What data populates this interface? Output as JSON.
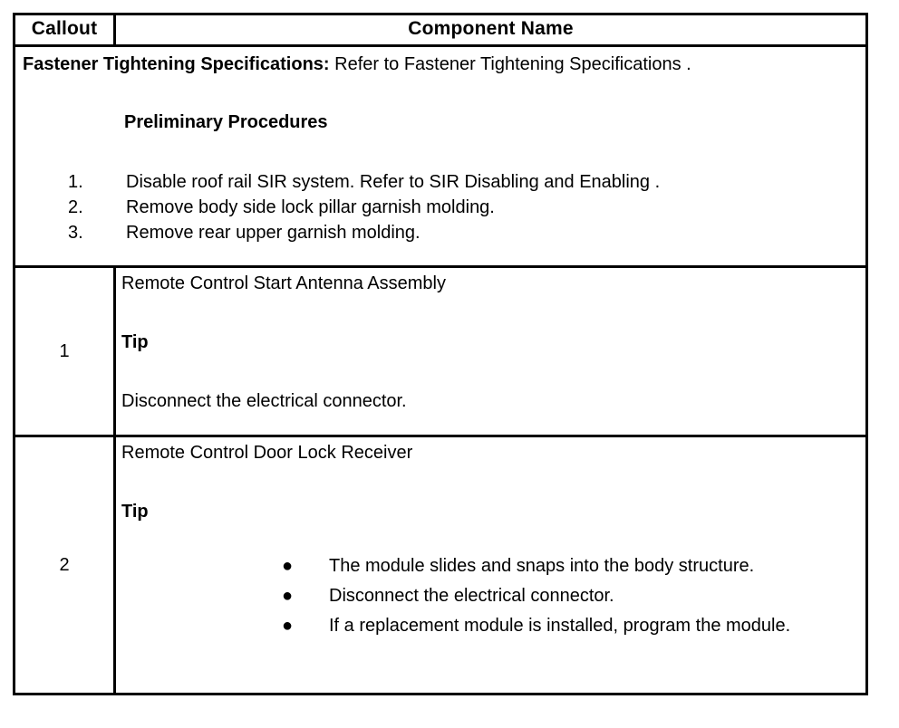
{
  "table": {
    "headers": {
      "callout": "Callout",
      "component_name": "Component Name"
    },
    "preliminary_row": {
      "fastener_label": "Fastener Tightening Specifications:",
      "fastener_text": " Refer to Fastener Tightening Specifications .",
      "procedures_heading": "Preliminary Procedures",
      "procedures": [
        {
          "num": "1.",
          "text": "Disable roof rail SIR system. Refer to SIR Disabling and Enabling ."
        },
        {
          "num": "2.",
          "text": "Remove body side lock pillar garnish molding."
        },
        {
          "num": "3.",
          "text": "Remove rear upper garnish molding."
        }
      ]
    },
    "rows": [
      {
        "callout": "1",
        "title": "Remote Control Start Antenna Assembly",
        "tip_label": "Tip",
        "tip_text": "Disconnect the electrical connector.",
        "tip_bullets": []
      },
      {
        "callout": "2",
        "title": "Remote Control Door Lock Receiver",
        "tip_label": "Tip",
        "tip_text": "",
        "tip_bullets": [
          "The module slides and snaps into the body structure.",
          "Disconnect the electrical connector.",
          "If a replacement module is installed, program the module."
        ]
      }
    ]
  },
  "glyphs": {
    "bullet": "●"
  },
  "colors": {
    "border": "#000000",
    "text": "#000000",
    "background": "#ffffff"
  }
}
